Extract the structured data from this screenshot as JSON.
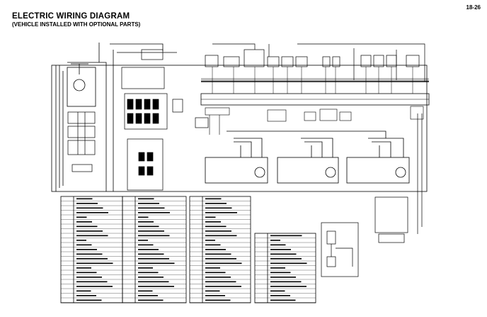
{
  "page_number": "18-26",
  "title": "ELECTRIC WIRING DIAGRAM",
  "subtitle": "(VEHICLE INSTALLED WITH OPTIONAL PARTS)"
}
